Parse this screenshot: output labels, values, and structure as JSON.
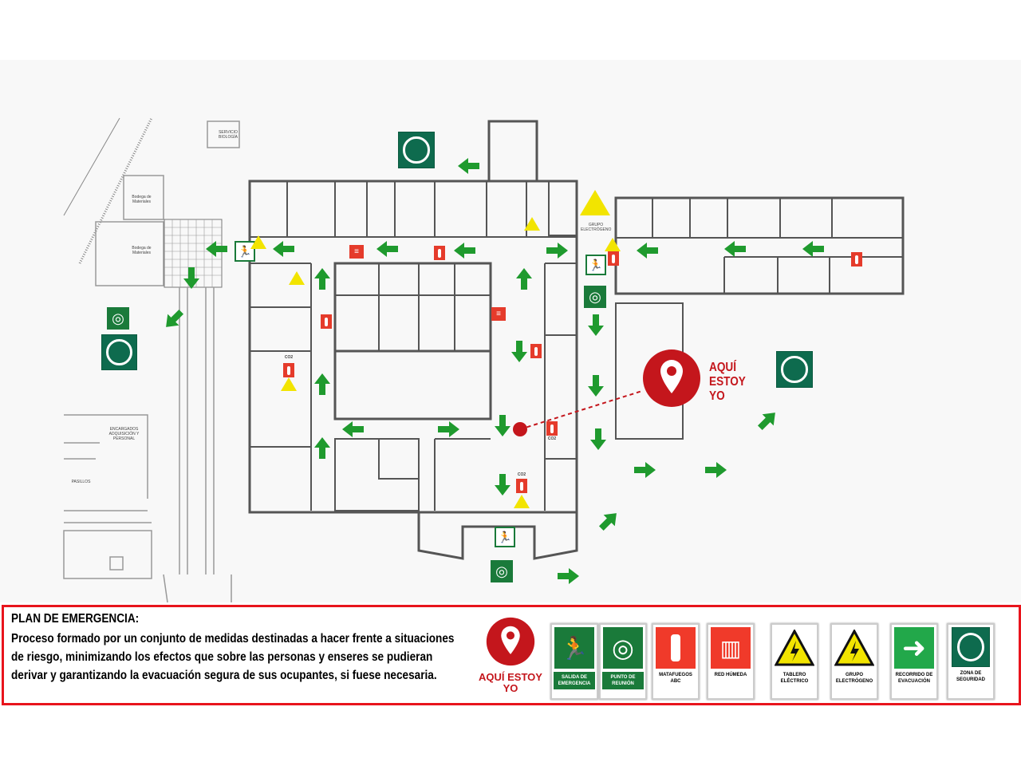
{
  "map": {
    "you_are_here": "AQUÍ ESTOY YO",
    "you_are_here_lines": [
      "AQUÍ",
      "ESTOY",
      "YO"
    ],
    "room_labels": {
      "biologia": "SERVICIO BIOLOGÍA",
      "bodega1": "Bodega de Materiales",
      "bodega2": "Bodega de Materiales",
      "encargados": "ENCARGADOS ADQUISICIÓN Y PERSONAL",
      "pasillo": "PASILLOS",
      "grupo": "GRUPO ELECTRÓGENO",
      "co2_a": "CO2",
      "co2_b": "CO2",
      "co2_c": "CO2"
    }
  },
  "legend": {
    "title": "PLAN DE EMERGENCIA:",
    "body": "Proceso formado por  un conjunto de medidas destinadas a hacer frente a situaciones de  riesgo,  minimizando los efectos que sobre las personas y enseres se pudieran  derivar  y  garantizando la evacuación segura de sus ocupantes, si fuese necesaria.",
    "pin_label": "AQUÍ ESTOY YO",
    "signs": [
      {
        "label": "SALIDA DE EMERGENCIA",
        "icon": "emergency-exit-icon"
      },
      {
        "label": "PUNTO DE REUNIÓN",
        "icon": "meeting-point-icon"
      },
      {
        "label": "MATAFUEGOS ABC",
        "icon": "fire-extinguisher-icon"
      },
      {
        "label": "RED HÚMEDA",
        "icon": "fire-hose-icon"
      },
      {
        "label": "TABLERO ELÉCTRICO",
        "icon": "electrical-hazard-icon"
      },
      {
        "label": "GRUPO ELECTRÓGENO",
        "icon": "electrical-hazard-icon"
      },
      {
        "label": "RECORRIDO DE EVACUACIÓN",
        "icon": "evacuation-arrow-icon"
      },
      {
        "label": "ZONA DE SEGURIDAD",
        "icon": "safety-zone-icon"
      }
    ]
  },
  "colors": {
    "accent_red": "#e8141c",
    "exit_green": "#1a7a3a",
    "zone_green": "#0e6b4e",
    "warning_yellow": "#f2e400"
  }
}
